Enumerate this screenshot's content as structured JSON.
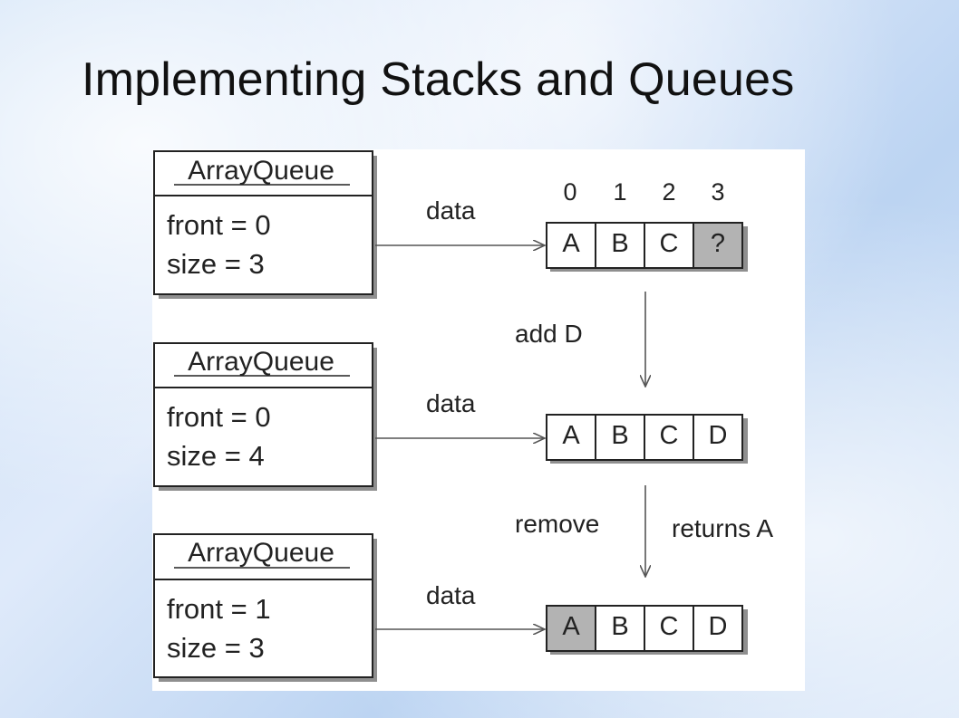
{
  "slide": {
    "title": "Implementing Stacks and Queues"
  },
  "diagram": {
    "index_labels": [
      "0",
      "1",
      "2",
      "3"
    ],
    "states": [
      {
        "object_title": "ArrayQueue",
        "fields": [
          "front = 0",
          "size = 3"
        ],
        "pointer_label": "data",
        "cells": [
          "A",
          "B",
          "C",
          "?"
        ],
        "shaded_cells": [
          3
        ]
      },
      {
        "object_title": "ArrayQueue",
        "fields": [
          "front = 0",
          "size = 4"
        ],
        "pointer_label": "data",
        "cells": [
          "A",
          "B",
          "C",
          "D"
        ],
        "shaded_cells": []
      },
      {
        "object_title": "ArrayQueue",
        "fields": [
          "front = 1",
          "size = 3"
        ],
        "pointer_label": "data",
        "cells": [
          "A",
          "B",
          "C",
          "D"
        ],
        "shaded_cells": [
          0
        ]
      }
    ],
    "transitions": [
      {
        "label": "add D",
        "note": ""
      },
      {
        "label": "remove",
        "note": "returns A"
      }
    ],
    "colors": {
      "shaded_cell": "#b3b3b3",
      "line": "#222222",
      "shadow": "#8f8f8f",
      "arrow": "#555555"
    }
  }
}
